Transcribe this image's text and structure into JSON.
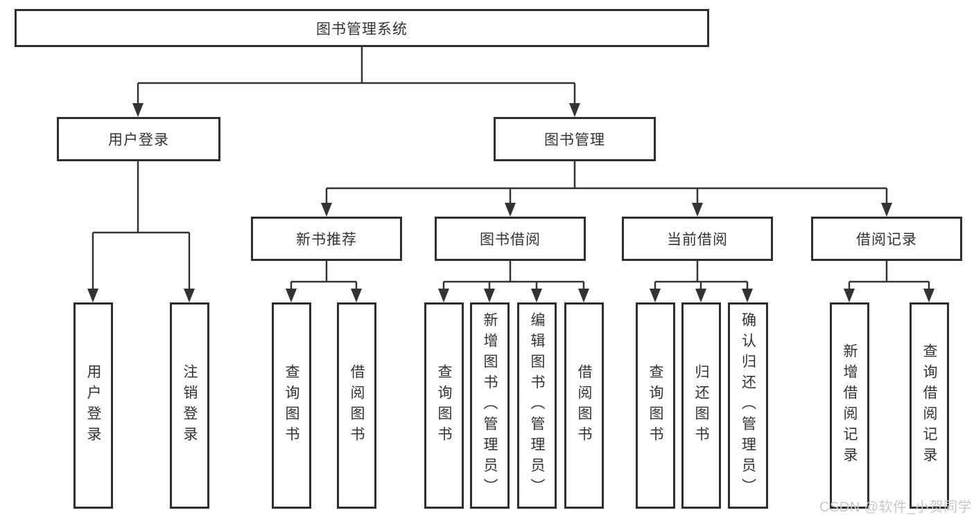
{
  "diagram": {
    "root": {
      "label": "图书管理系统",
      "children": [
        {
          "label": "用户登录",
          "children": [
            {
              "label": "用户登录"
            },
            {
              "label": "注销登录"
            }
          ]
        },
        {
          "label": "图书管理",
          "children": [
            {
              "label": "新书推荐",
              "children": [
                {
                  "label": "查询图书"
                },
                {
                  "label": "借阅图书"
                }
              ]
            },
            {
              "label": "图书借阅",
              "children": [
                {
                  "label": "查询图书"
                },
                {
                  "label": "新增图书（管理员）"
                },
                {
                  "label": "编辑图书（管理员）"
                },
                {
                  "label": "借阅图书"
                }
              ]
            },
            {
              "label": "当前借阅",
              "children": [
                {
                  "label": "查询图书"
                },
                {
                  "label": "归还图书"
                },
                {
                  "label": "确认归还（管理员）"
                }
              ]
            },
            {
              "label": "借阅记录",
              "children": [
                {
                  "label": "新增借阅记录"
                },
                {
                  "label": "查询借阅记录"
                }
              ]
            }
          ]
        }
      ]
    }
  },
  "watermark": {
    "text": "CSDN @软件_小贺同学"
  },
  "colors": {
    "line": "#333333",
    "box_border": "#2f2f2f",
    "box_fill": "#ffffff",
    "text": "#333333",
    "watermark": "#c8c8c8",
    "background": "#ffffff"
  }
}
